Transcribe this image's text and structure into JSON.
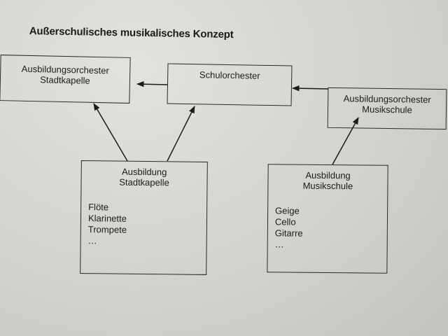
{
  "title": "Außerschulisches musikalisches Konzept",
  "nodes": {
    "stadtkapelle_orchester": {
      "line1": "Ausbildungsorchester",
      "line2": "Stadtkapelle"
    },
    "schulorchester": {
      "line1": "Schulorchester"
    },
    "musikschule_orchester": {
      "line1": "Ausbildungsorchester",
      "line2": "Musikschule"
    },
    "ausbildung_stadtkapelle": {
      "line1": "Ausbildung",
      "line2": "Stadtkapelle",
      "instruments": [
        "Flöte",
        "Klarinette",
        "Trompete",
        "…"
      ]
    },
    "ausbildung_musikschule": {
      "line1": "Ausbildung",
      "line2": "Musikschule",
      "instruments": [
        "Geige",
        "Cello",
        "Gitarre",
        "…"
      ]
    }
  },
  "edges": [
    {
      "from": "schulorchester",
      "to": "stadtkapelle_orchester"
    },
    {
      "from": "musikschule_orchester",
      "to": "schulorchester"
    },
    {
      "from": "ausbildung_stadtkapelle",
      "to": "stadtkapelle_orchester"
    },
    {
      "from": "ausbildung_stadtkapelle",
      "to": "schulorchester"
    },
    {
      "from": "ausbildung_musikschule",
      "to": "musikschule_orchester"
    }
  ],
  "colors": {
    "paper": "#d6d4cf",
    "ink": "#1b1b1b"
  }
}
